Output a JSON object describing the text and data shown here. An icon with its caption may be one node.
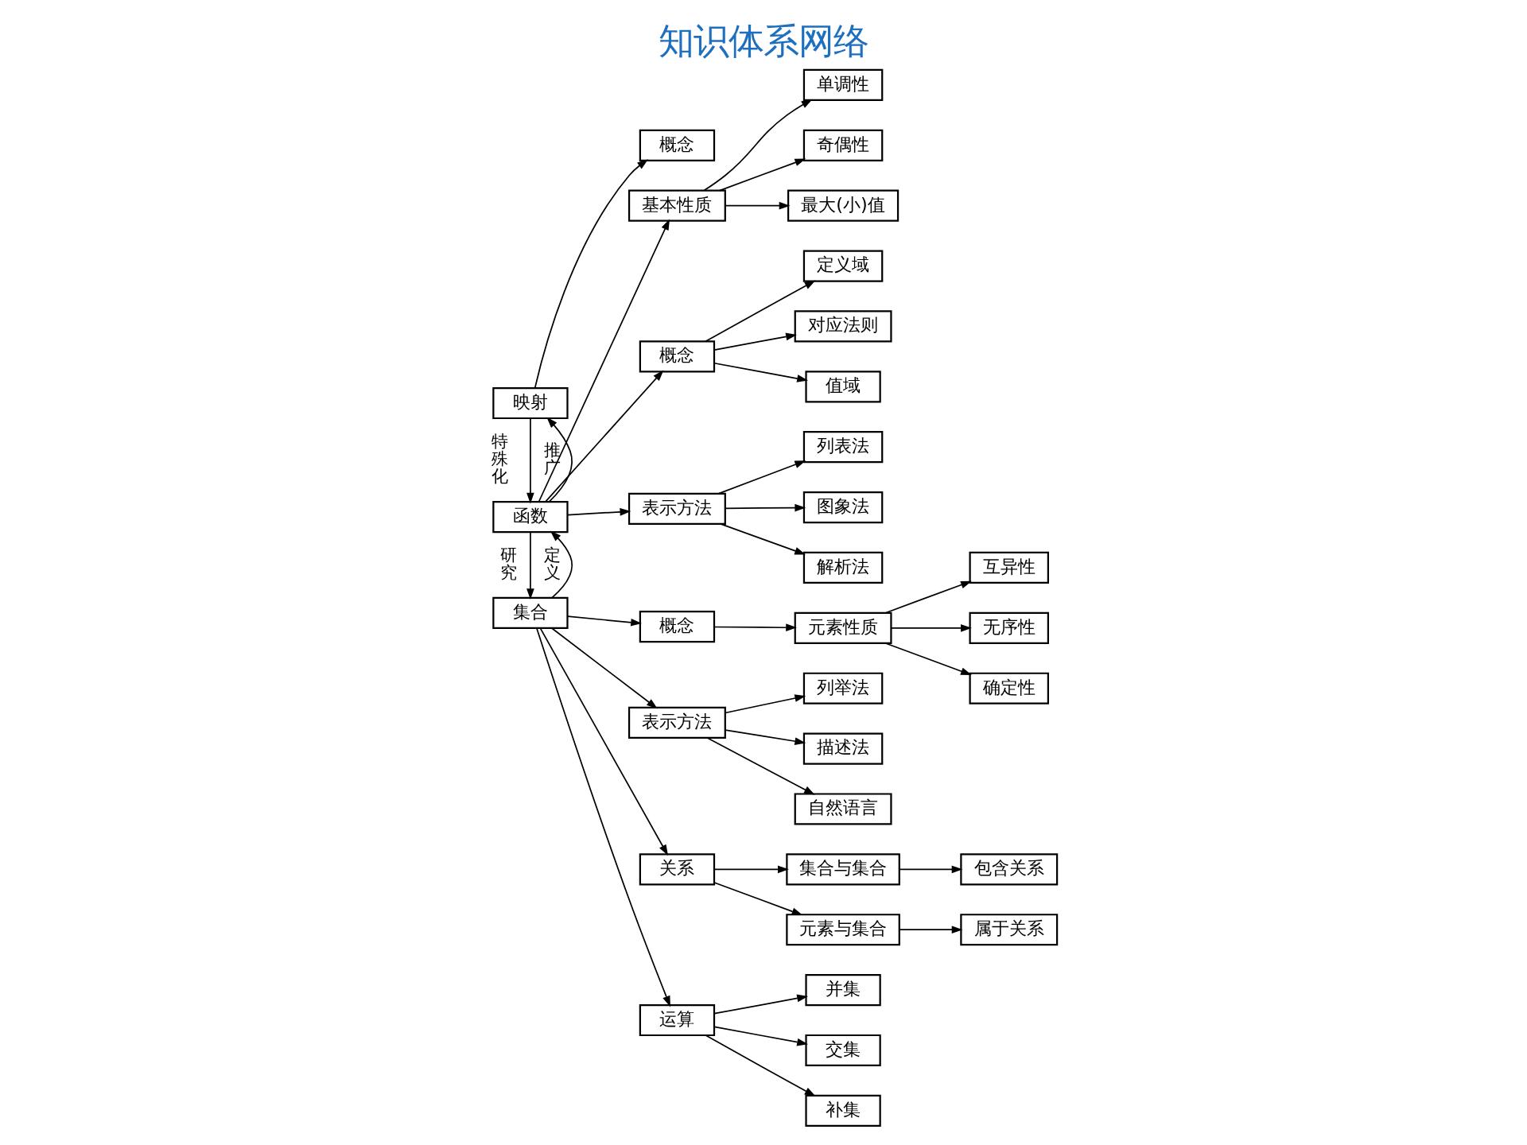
{
  "diagram": {
    "title": "知识体系网络",
    "nodes": [
      {
        "text": [
          "集合"
        ]
      },
      {
        "text": [
          "概念"
        ]
      },
      {
        "text": [
          "元素性质"
        ]
      },
      {
        "text": [
          "确定性"
        ]
      },
      {
        "text": [
          "互异性"
        ]
      },
      {
        "text": [
          "无序性"
        ]
      },
      {
        "text": [
          "表示方法"
        ]
      },
      {
        "text": [
          "列举法"
        ]
      },
      {
        "text": [
          "描述法"
        ]
      },
      {
        "text": [
          "自然语言"
        ]
      },
      {
        "text": [
          "关系"
        ]
      },
      {
        "text": [
          "元素与集合"
        ]
      },
      {
        "text": [
          "属于关系"
        ]
      },
      {
        "text": [
          "集合与集合"
        ]
      },
      {
        "text": [
          "包含关系"
        ]
      },
      {
        "text": [
          "运算"
        ]
      },
      {
        "text": [
          "并集"
        ]
      },
      {
        "text": [
          "交集"
        ]
      },
      {
        "text": [
          "补集"
        ]
      },
      {
        "text": [
          "函数"
        ]
      },
      {
        "text": [
          "概念"
        ]
      },
      {
        "text": [
          "定义域"
        ]
      },
      {
        "text": [
          "对应法则"
        ]
      },
      {
        "text": [
          "值域"
        ]
      },
      {
        "text": [
          "表示方法"
        ]
      },
      {
        "text": [
          "列表法"
        ]
      },
      {
        "text": [
          "图象法"
        ]
      },
      {
        "text": [
          "解析法"
        ]
      },
      {
        "text": [
          "基本性质"
        ]
      },
      {
        "text": [
          "单调性"
        ]
      },
      {
        "text": [
          "奇偶性"
        ]
      },
      {
        "text": [
          "最大(小)值"
        ]
      },
      {
        "text": [
          "映射"
        ]
      },
      {
        "text": [
          "概念"
        ]
      }
    ],
    "edges": [
      {
        "from": 0,
        "to": 1,
        "arrow": "to"
      },
      {
        "from": 1,
        "to": 2,
        "arrow": "to"
      },
      {
        "from": 2,
        "to": 3,
        "arrow": "to"
      },
      {
        "from": 2,
        "to": 4,
        "arrow": "to"
      },
      {
        "from": 2,
        "to": 5,
        "arrow": "to"
      },
      {
        "from": 0,
        "to": 6,
        "arrow": "to"
      },
      {
        "from": 6,
        "to": 7,
        "arrow": "to"
      },
      {
        "from": 6,
        "to": 8,
        "arrow": "to"
      },
      {
        "from": 6,
        "to": 9,
        "arrow": "to"
      },
      {
        "from": 0,
        "to": 10,
        "arrow": "to"
      },
      {
        "from": 10,
        "to": 11,
        "arrow": "to"
      },
      {
        "from": 11,
        "to": 12,
        "arrow": "to"
      },
      {
        "from": 10,
        "to": 13,
        "arrow": "to"
      },
      {
        "from": 13,
        "to": 14,
        "arrow": "to"
      },
      {
        "from": 0,
        "to": 15,
        "arrow": "to"
      },
      {
        "from": 15,
        "to": 16,
        "arrow": "to"
      },
      {
        "from": 15,
        "to": 17,
        "arrow": "to"
      },
      {
        "from": 15,
        "to": 18,
        "arrow": "to"
      },
      {
        "from": 19,
        "to": 0,
        "label": "研究",
        "arrow": "to"
      },
      {
        "from": 0,
        "to": 19,
        "label": "定义",
        "arrow": "to"
      },
      {
        "from": 19,
        "to": 20,
        "arrow": "to"
      },
      {
        "from": 20,
        "to": 21,
        "arrow": "to"
      },
      {
        "from": 20,
        "to": 22,
        "arrow": "to"
      },
      {
        "from": 20,
        "to": 23,
        "arrow": "to"
      },
      {
        "from": 19,
        "to": 24,
        "arrow": "to"
      },
      {
        "from": 24,
        "to": 25,
        "arrow": "to"
      },
      {
        "from": 24,
        "to": 26,
        "arrow": "to"
      },
      {
        "from": 24,
        "to": 27,
        "arrow": "to"
      },
      {
        "from": 19,
        "to": 28,
        "arrow": "to"
      },
      {
        "from": 28,
        "to": 29,
        "arrow": "to"
      },
      {
        "from": 28,
        "to": 30,
        "arrow": "to"
      },
      {
        "from": 28,
        "to": 31,
        "arrow": "to"
      },
      {
        "from": 32,
        "to": 19,
        "label": "特殊化",
        "arrow": "to"
      },
      {
        "from": 19,
        "to": 32,
        "label": "推广",
        "arrow": "to"
      },
      {
        "from": 32,
        "to": 33,
        "arrow": "to"
      }
    ]
  }
}
